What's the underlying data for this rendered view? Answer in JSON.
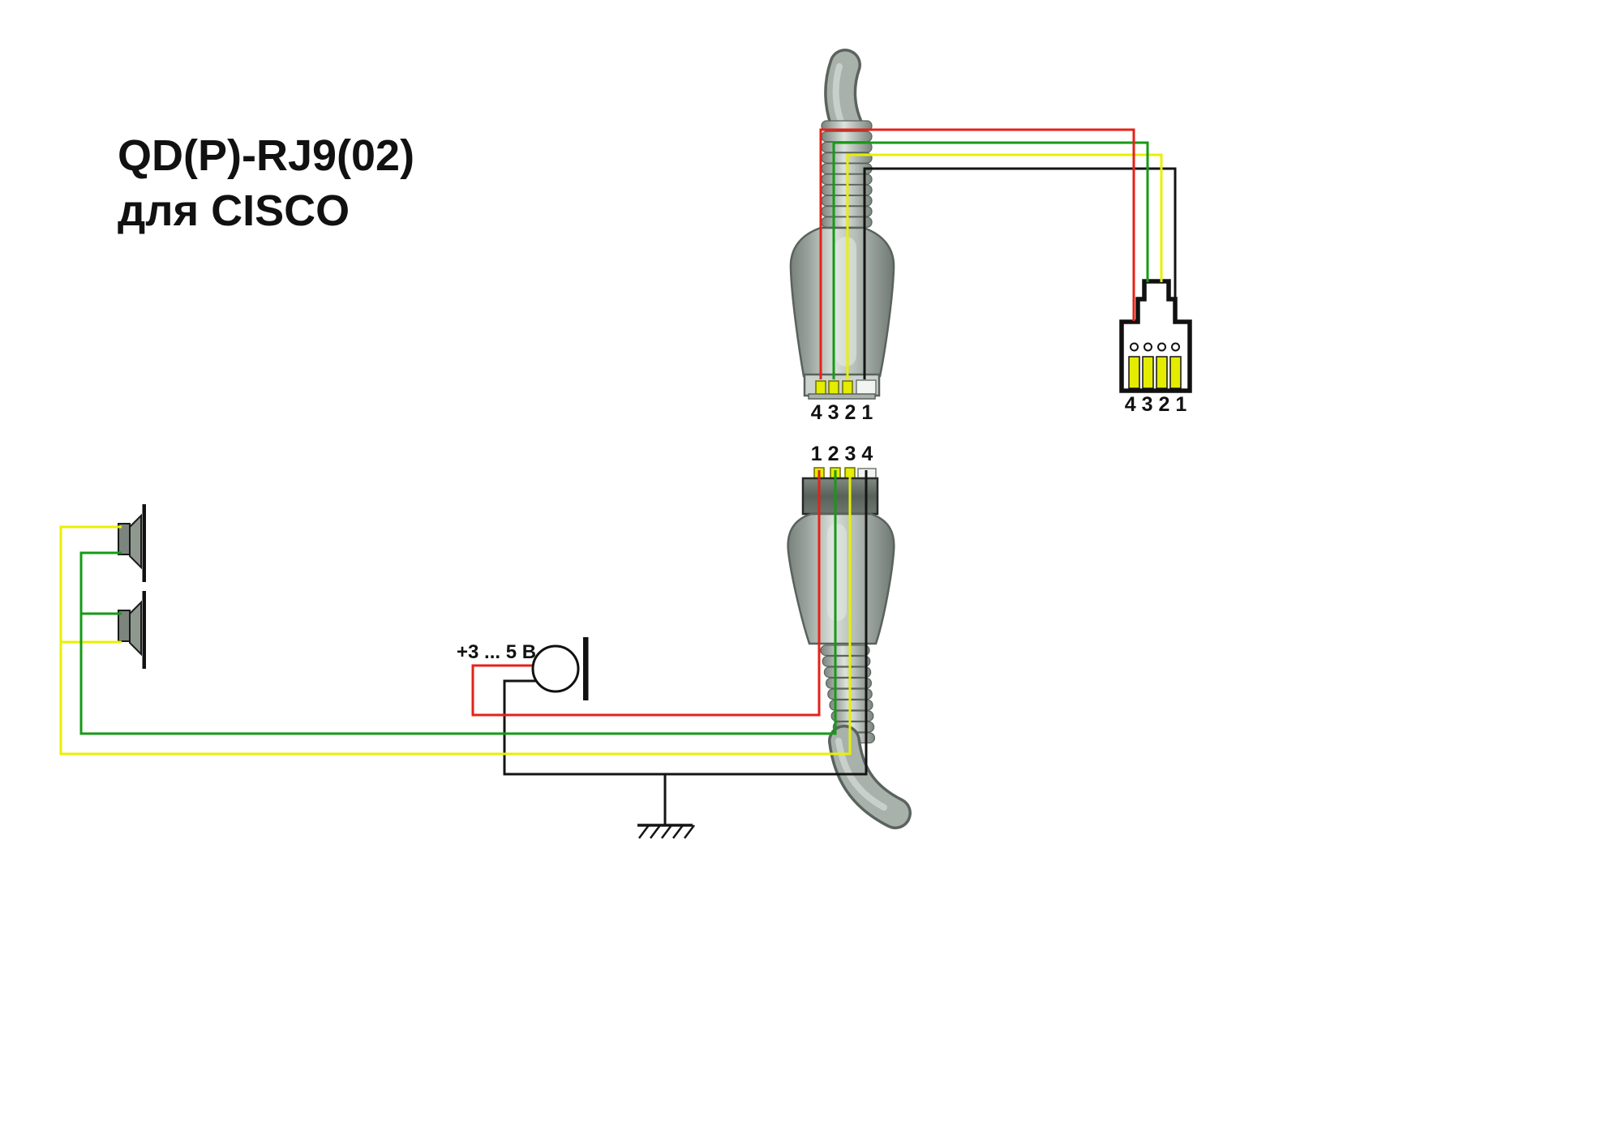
{
  "title": {
    "line1": "QD(P)-RJ9(02)",
    "line2": "для CISCO"
  },
  "connectors": {
    "qd_plug": {
      "pin_labels": "4 3 2 1"
    },
    "qd_socket": {
      "pin_labels": "1 2 3 4"
    },
    "rj9": {
      "pin_labels": "4 3 2 1"
    }
  },
  "microphone": {
    "supply_label": "+3 ... 5 В"
  },
  "colors": {
    "wire_red": "#e52218",
    "wire_green": "#169a16",
    "wire_yellow": "#e8f000",
    "wire_black": "#141414",
    "contact_yellow": "#e4ec00",
    "connector_outline": "#111111"
  },
  "wiring": [
    {
      "color": "red",
      "qd_socket_pin": "1",
      "qd_plug_pin": "4",
      "rj9_pin": "4",
      "connects_to": "microphone +3...5 V supply"
    },
    {
      "color": "green",
      "qd_socket_pin": "2",
      "qd_plug_pin": "3",
      "rj9_pin": "3",
      "connects_to": "speakers"
    },
    {
      "color": "yellow",
      "qd_socket_pin": "3",
      "qd_plug_pin": "2",
      "rj9_pin": "2",
      "connects_to": "speakers"
    },
    {
      "color": "black",
      "qd_socket_pin": "4",
      "qd_plug_pin": "1",
      "rj9_pin": "1",
      "connects_to": "microphone return / ground"
    }
  ]
}
